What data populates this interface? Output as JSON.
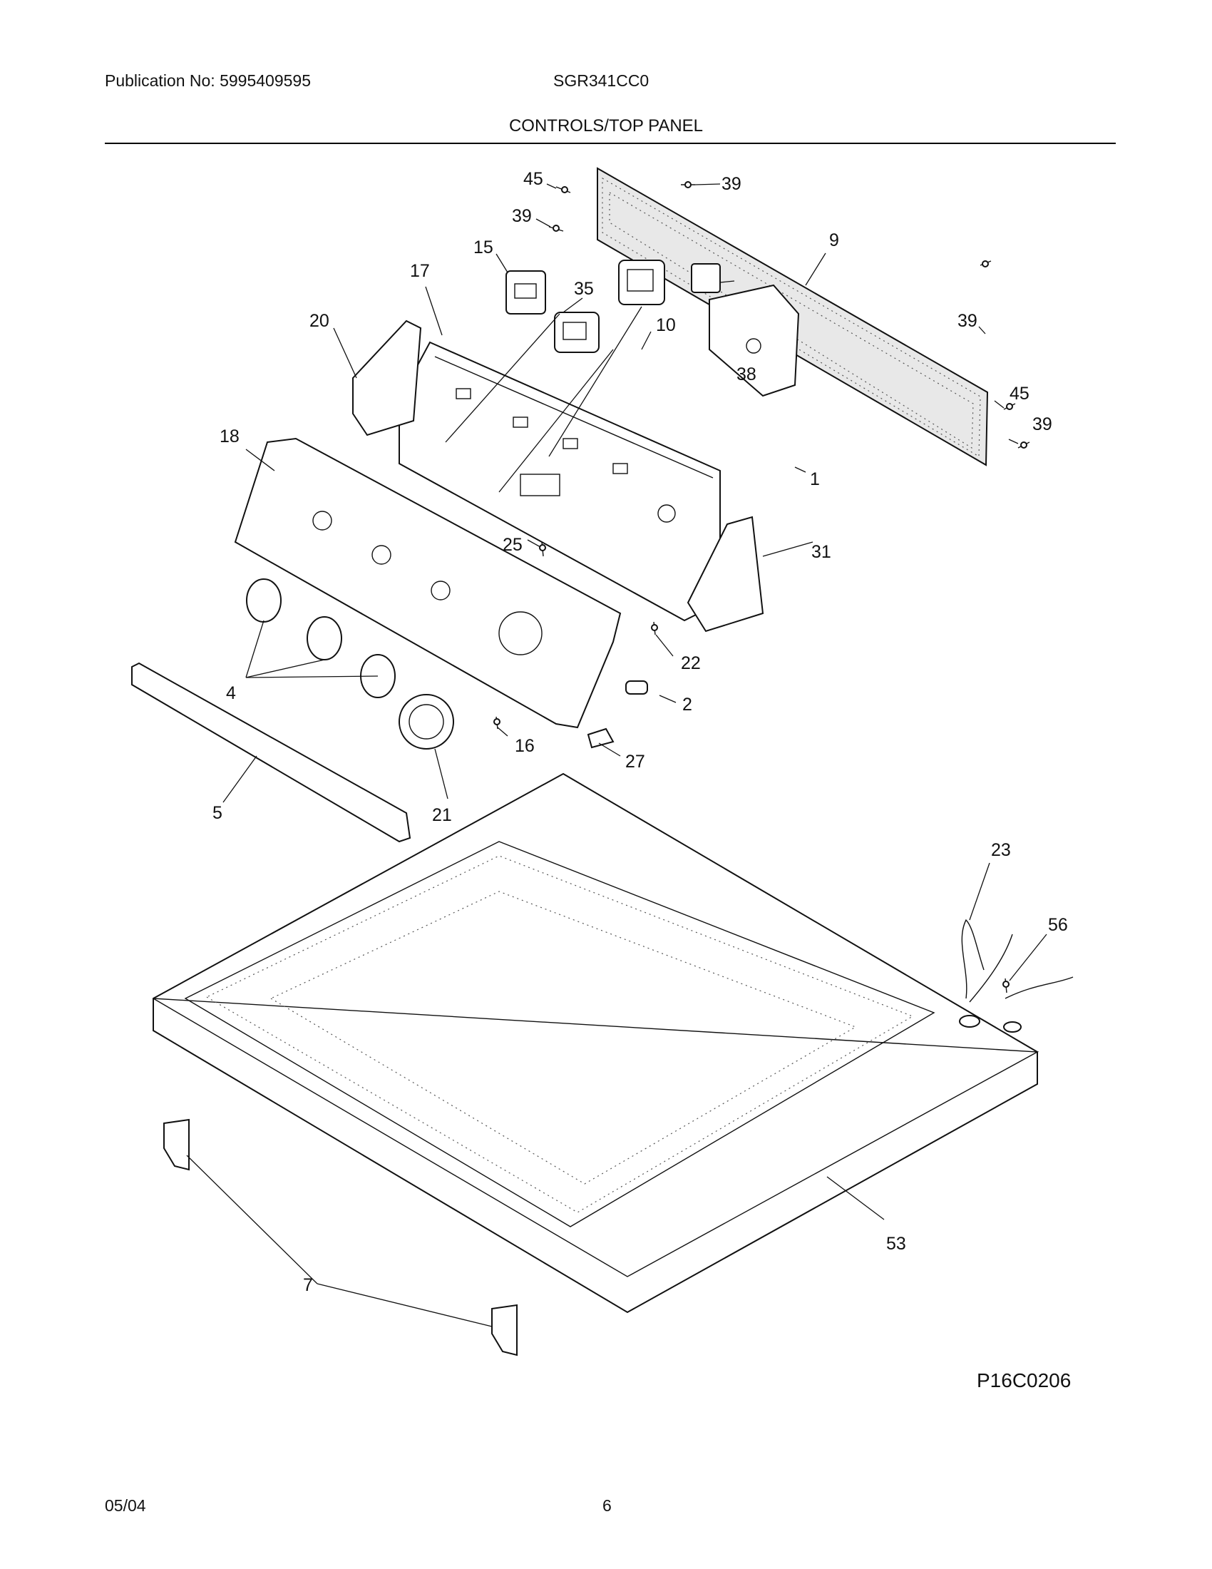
{
  "header": {
    "publication": "Publication No: 5995409595",
    "model": "SGR341CC0",
    "section_title": "CONTROLS/TOP PANEL"
  },
  "diagram": {
    "callouts": {
      "c45a": "45",
      "c39a": "39",
      "c39b": "39",
      "c9": "9",
      "c15": "15",
      "c17": "17",
      "c35": "35",
      "c20": "20",
      "c10": "10",
      "c39c": "39",
      "c38": "38",
      "c45b": "45",
      "c39d": "39",
      "c18": "18",
      "c1": "1",
      "c25": "25",
      "c31": "31",
      "c22": "22",
      "c4": "4",
      "c2": "2",
      "c16": "16",
      "c27": "27",
      "c5": "5",
      "c21": "21",
      "c23": "23",
      "c56": "56",
      "c53": "53",
      "c7": "7"
    },
    "code": "P16C0206"
  },
  "footer": {
    "date": "05/04",
    "page": "6"
  }
}
